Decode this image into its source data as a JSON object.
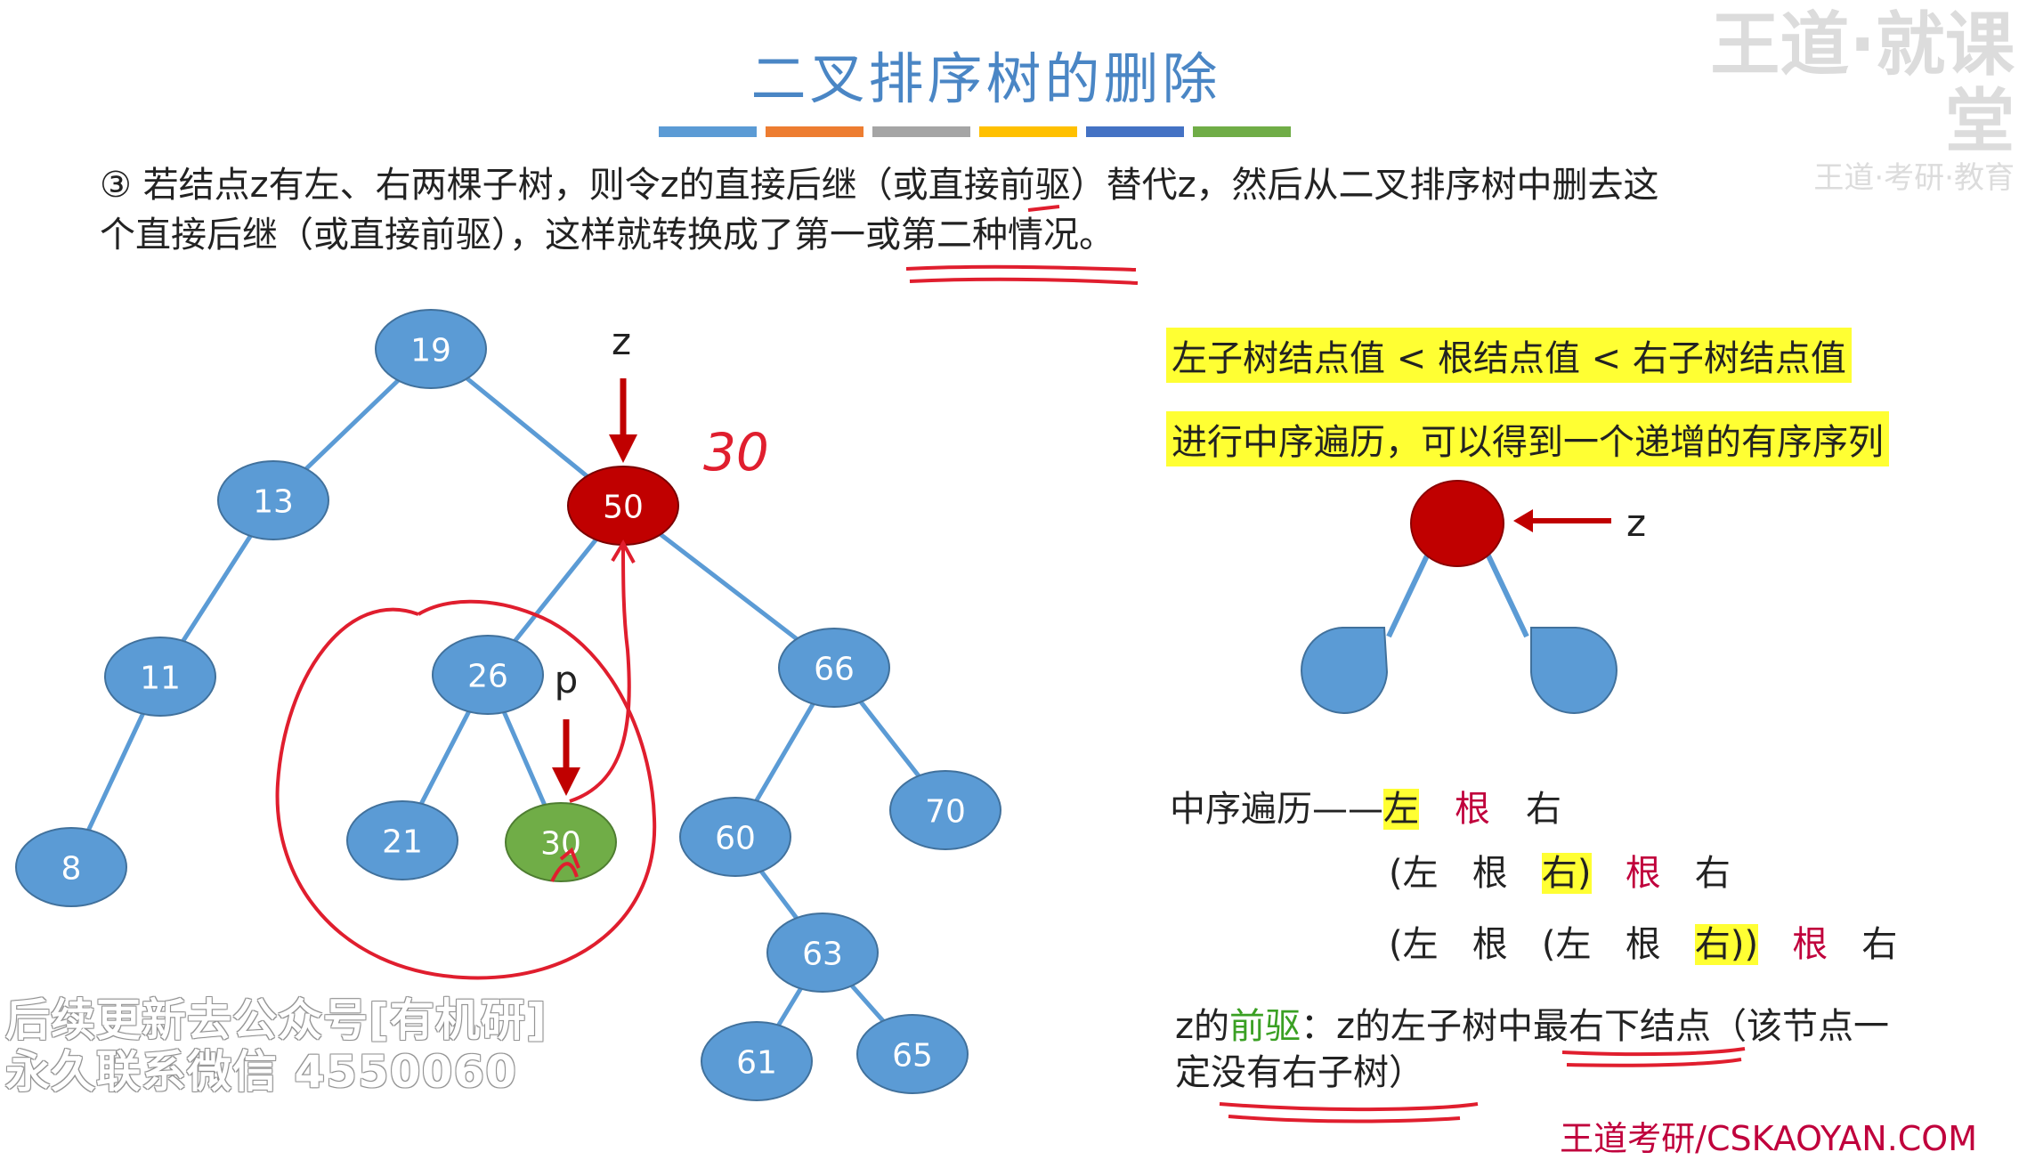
{
  "title": "二叉排序树的删除",
  "logo": {
    "line1": "王道·就课堂",
    "line2": "王道·考研·教育"
  },
  "deco_colors": [
    "#5b9bd5",
    "#ed7d31",
    "#a5a5a5",
    "#ffc000",
    "#4472c4",
    "#70ad47"
  ],
  "paragraph": {
    "line1": "③ 若结点z有左、右两棵子树，则令z的直接后继（或直接前驱）替代z，然后从二叉排序树中删去这",
    "line2": "个直接后继（或直接前驱），这样就转换成了第一或第二种情况。"
  },
  "highlight": {
    "bst_property": "左子树结点值 < 根结点值 < 右子树结点值",
    "inorder_note": "进行中序遍历，可以得到一个递增的有序序列"
  },
  "tree": {
    "nodes": [
      {
        "id": "19",
        "label": "19",
        "color": "blue"
      },
      {
        "id": "13",
        "label": "13",
        "color": "blue"
      },
      {
        "id": "50",
        "label": "50",
        "color": "darkred"
      },
      {
        "id": "11",
        "label": "11",
        "color": "blue"
      },
      {
        "id": "8",
        "label": "8",
        "color": "blue"
      },
      {
        "id": "26",
        "label": "26",
        "color": "blue"
      },
      {
        "id": "66",
        "label": "66",
        "color": "blue"
      },
      {
        "id": "21",
        "label": "21",
        "color": "blue"
      },
      {
        "id": "30",
        "label": "30",
        "color": "green"
      },
      {
        "id": "60",
        "label": "60",
        "color": "blue"
      },
      {
        "id": "70",
        "label": "70",
        "color": "blue"
      },
      {
        "id": "63",
        "label": "63",
        "color": "blue"
      },
      {
        "id": "61",
        "label": "61",
        "color": "blue"
      },
      {
        "id": "65",
        "label": "65",
        "color": "blue"
      }
    ],
    "edges": [
      [
        "19",
        "13"
      ],
      [
        "19",
        "50"
      ],
      [
        "13",
        "11"
      ],
      [
        "11",
        "8"
      ],
      [
        "50",
        "26"
      ],
      [
        "50",
        "66"
      ],
      [
        "26",
        "21"
      ],
      [
        "26",
        "30"
      ],
      [
        "66",
        "60"
      ],
      [
        "66",
        "70"
      ],
      [
        "60",
        "63"
      ],
      [
        "63",
        "61"
      ],
      [
        "63",
        "65"
      ]
    ],
    "marker_z": "z",
    "marker_p": "p",
    "handwritten_value": "30"
  },
  "diagram": {
    "marker_z": "z"
  },
  "traversal": {
    "line1_prefix": "中序遍历——",
    "left": "左",
    "root": "根",
    "right": "右",
    "line2": [
      "(左",
      "根",
      "右)",
      "根",
      "右"
    ],
    "line3": [
      "(左",
      "根",
      "(左",
      "根",
      "右))",
      "根",
      "右"
    ]
  },
  "predecessor": {
    "z": "z的",
    "term": "前驱",
    "rest_a": "：z的左子树中",
    "rest_b": "最右下结点",
    "rest_c": "（该节点一",
    "line2": "定没有右子树）"
  },
  "watermark": {
    "line1": "后续更新去公众号[有机研]",
    "line2": "永久联系微信 4550060"
  },
  "source": "王道考研/CSKAOYAN.COM",
  "colors": {
    "node_blue": "#5b9bd5",
    "node_red": "#c00000",
    "node_green": "#70ad47",
    "ink_red": "#e01e2e",
    "arrow_red": "#c00000"
  }
}
